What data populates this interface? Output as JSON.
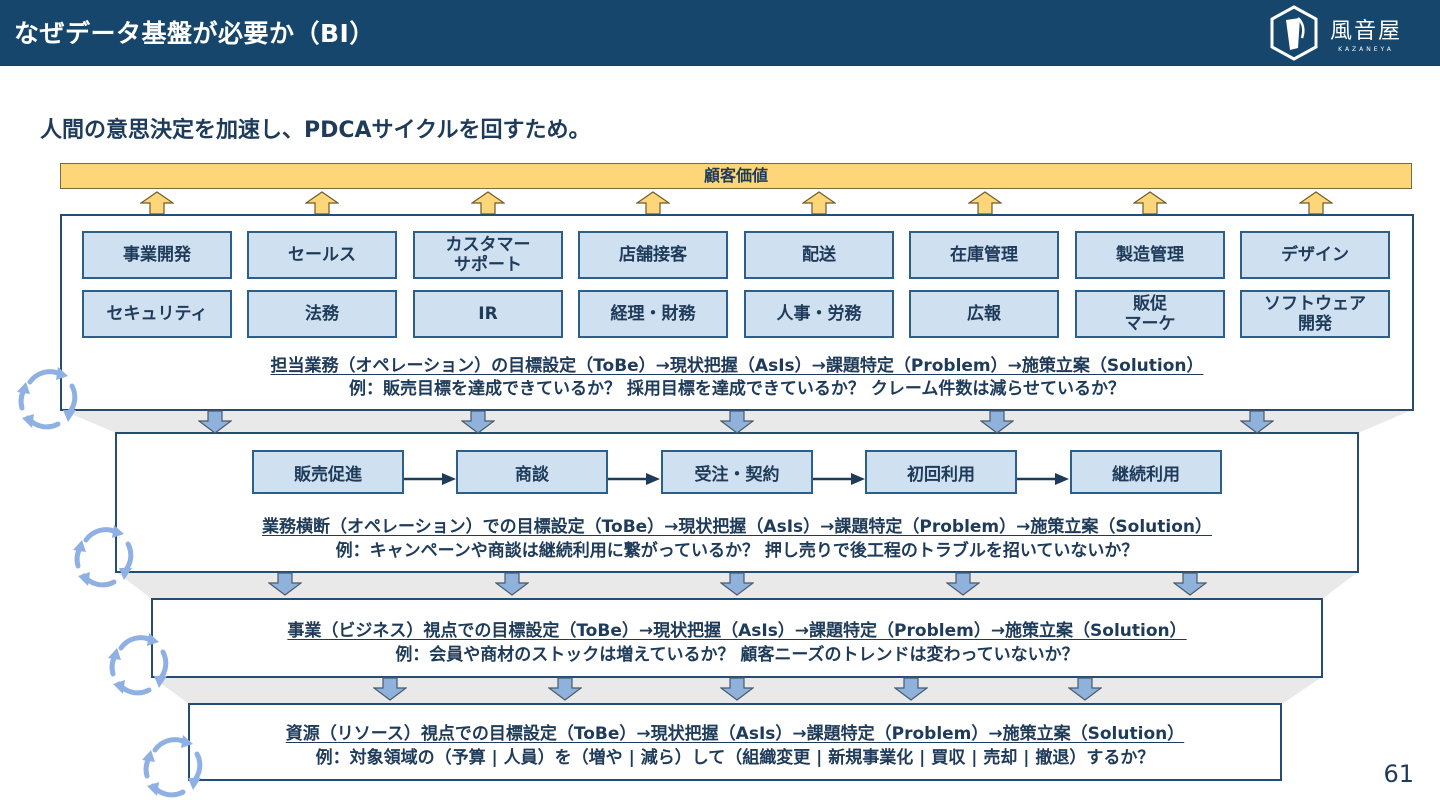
{
  "header": {
    "title": "なぜデータ基盤が必要か（BI）"
  },
  "logo": {
    "name": "風音屋",
    "sub": "KAZANEYA"
  },
  "subtitle": "人間の意思決定を加速し、PDCAサイクルを回すため。",
  "customer_value": "顧客価値",
  "departments_row1": [
    "事業開発",
    "セールス",
    "カスタマー\nサポート",
    "店舗接客",
    "配送",
    "在庫管理",
    "製造管理",
    "デザイン"
  ],
  "departments_row2": [
    "セキュリティ",
    "法務",
    "IR",
    "経理・財務",
    "人事・労務",
    "広報",
    "販促\nマーケ",
    "ソフトウェア\n開発"
  ],
  "level1": {
    "heading": "担当業務（オペレーション）の目標設定（ToBe）→現状把握（AsIs）→課題特定（Problem）→施策立案（Solution）",
    "example": "例：販売目標を達成できているか？ 採用目標を達成できているか？ クレーム件数は減らせているか？"
  },
  "flow": [
    "販売促進",
    "商談",
    "受注・契約",
    "初回利用",
    "継続利用"
  ],
  "level2": {
    "heading": "業務横断（オペレーション）での目標設定（ToBe）→現状把握（AsIs）→課題特定（Problem）→施策立案（Solution）",
    "example": "例：キャンペーンや商談は継続利用に繋がっているか？ 押し売りで後工程のトラブルを招いていないか？"
  },
  "level3": {
    "heading": "事業（ビジネス）視点での目標設定（ToBe）→現状把握（AsIs）→課題特定（Problem）→施策立案（Solution）",
    "example": "例：会員や商材のストックは増えているか？ 顧客ニーズのトレンドは変わっていないか？"
  },
  "level4": {
    "heading": "資源（リソース）視点での目標設定（ToBe）→現状把握（AsIs）→課題特定（Problem）→施策立案（Solution）",
    "example": "例：対象領域の（予算 | 人員）を（増や | 減ら）して（組織変更 | 新規事業化 | 買収 | 売却 | 撤退）するか？"
  },
  "page_number": "61",
  "colors": {
    "header": "#16466b",
    "value_bar": "#fcd678",
    "box_fill": "#cfe0f1",
    "box_border": "#2c5f8a",
    "text": "#1f3b5a",
    "cycle": "#a9c2ea"
  }
}
